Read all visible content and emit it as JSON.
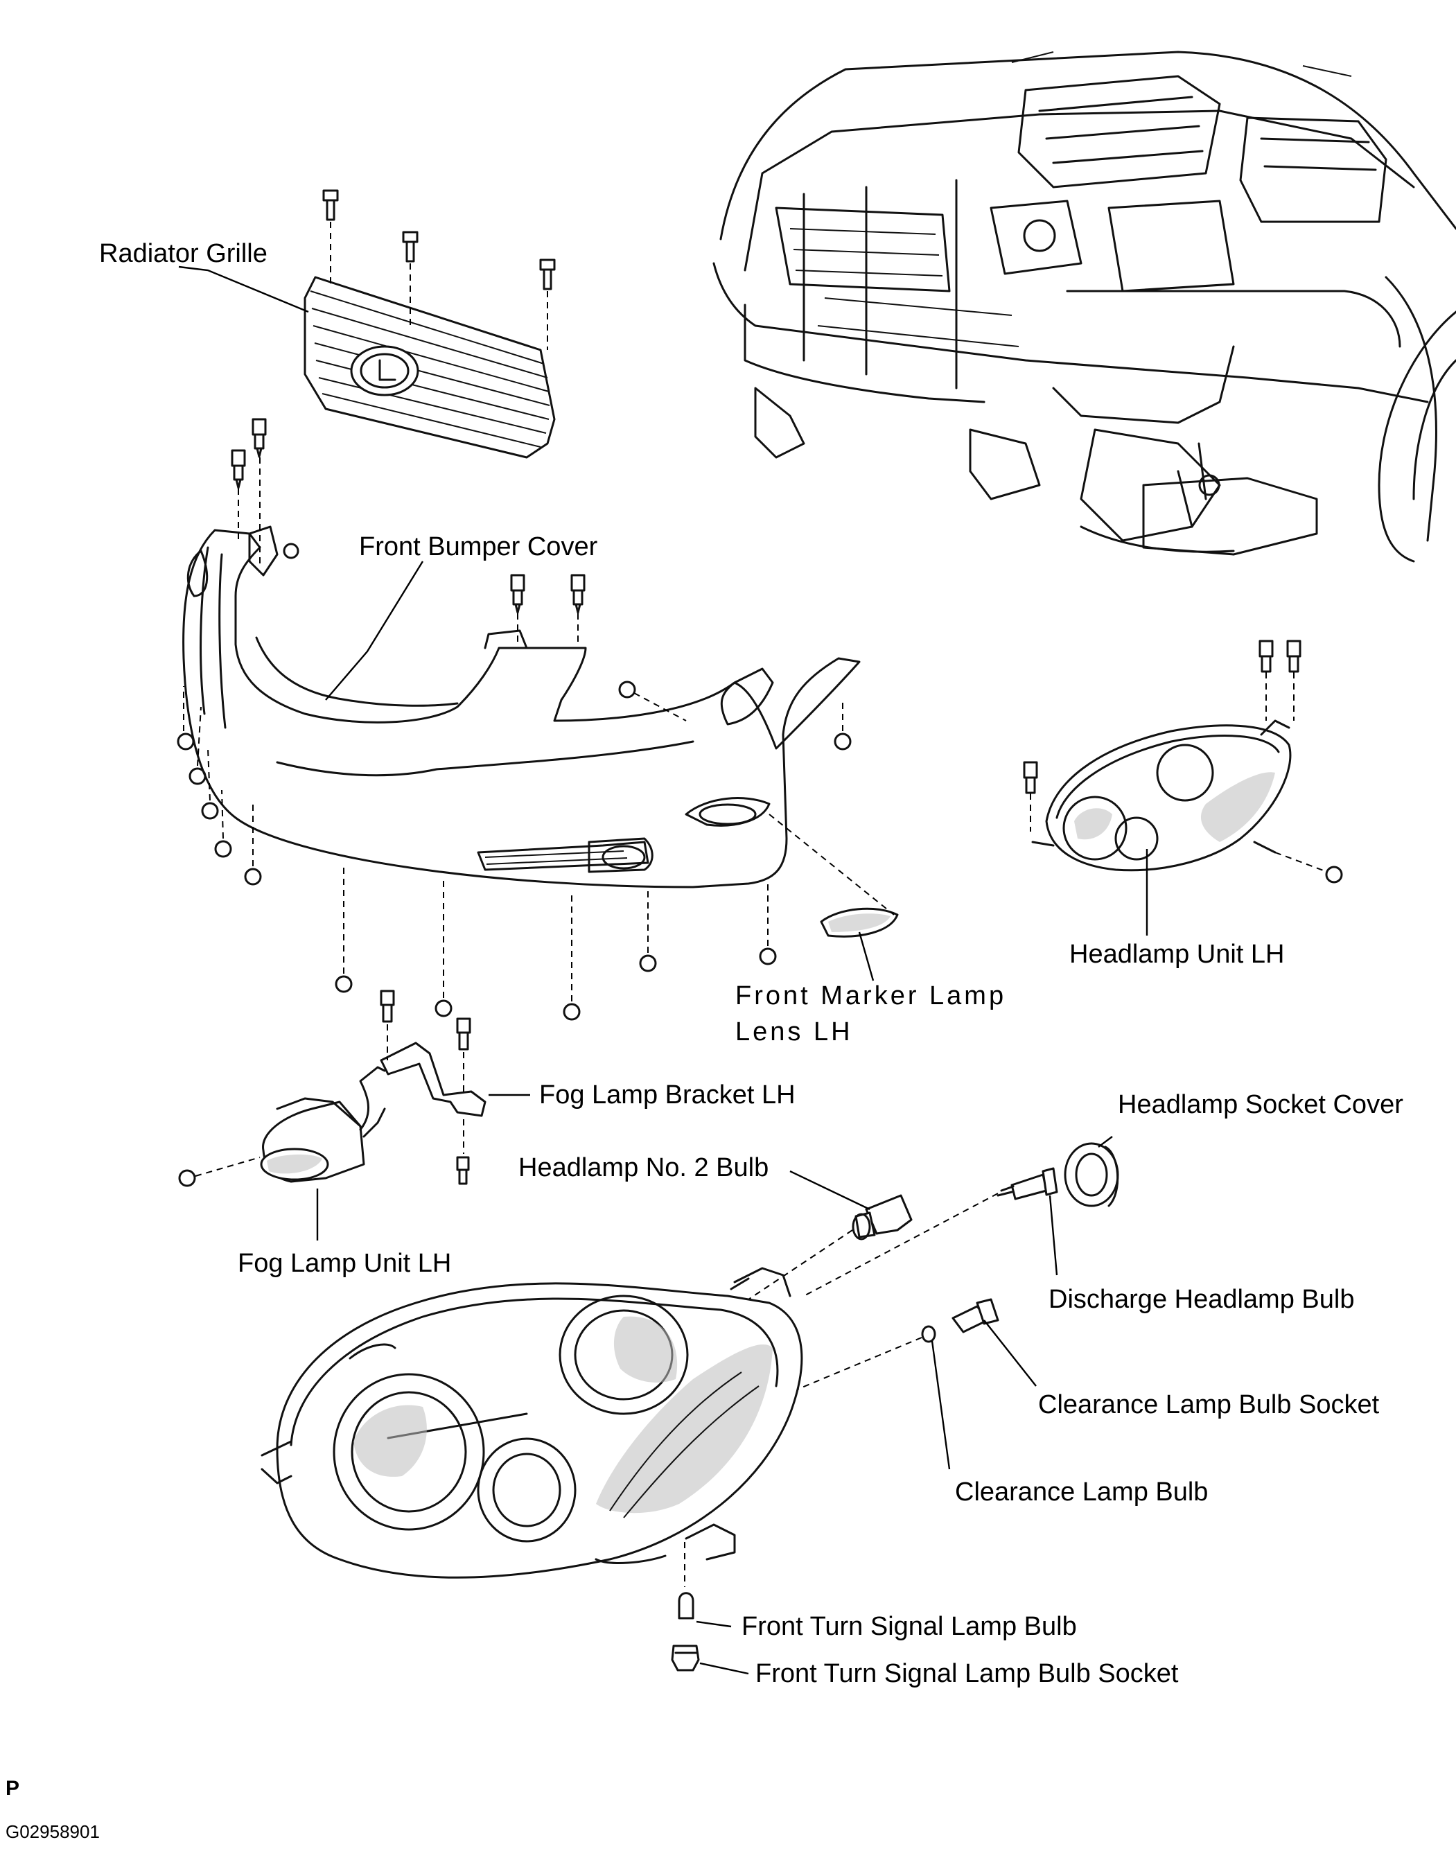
{
  "labels": {
    "radiator_grille": "Radiator Grille",
    "front_bumper_cover": "Front Bumper Cover",
    "headlamp_unit_lh": "Headlamp Unit LH",
    "front_marker_lamp_lens_lh_line1": "Front Marker Lamp",
    "front_marker_lamp_lens_lh_line2": "Lens LH",
    "fog_lamp_bracket_lh": "Fog Lamp Bracket LH",
    "headlamp_socket_cover": "Headlamp Socket Cover",
    "headlamp_no2_bulb": "Headlamp No. 2 Bulb",
    "fog_lamp_unit_lh": "Fog Lamp Unit LH",
    "discharge_headlamp_bulb": "Discharge Headlamp Bulb",
    "clearance_lamp_bulb_socket": "Clearance Lamp Bulb Socket",
    "clearance_lamp_bulb": "Clearance Lamp Bulb",
    "front_turn_signal_lamp_bulb": "Front Turn Signal Lamp Bulb",
    "front_turn_signal_lamp_bulb_socket": "Front Turn Signal Lamp Bulb Socket"
  },
  "footer": {
    "code_letter": "P",
    "figure_id": "G02958901"
  }
}
